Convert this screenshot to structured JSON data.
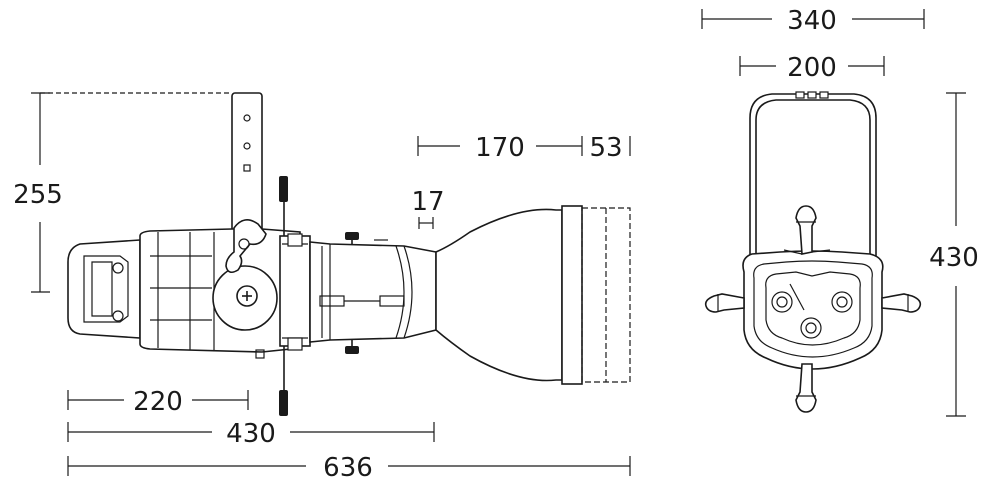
{
  "dimensions": {
    "side_height": "255",
    "rear_length": "220",
    "body_length": "430",
    "total_length": "636",
    "lens_length": "170",
    "lens_ring": "53",
    "gel_slot": "17",
    "front_width_outer": "340",
    "front_width_inner": "200",
    "front_height": "430"
  },
  "colors": {
    "line": "#1a1a1a",
    "background": "#ffffff"
  }
}
